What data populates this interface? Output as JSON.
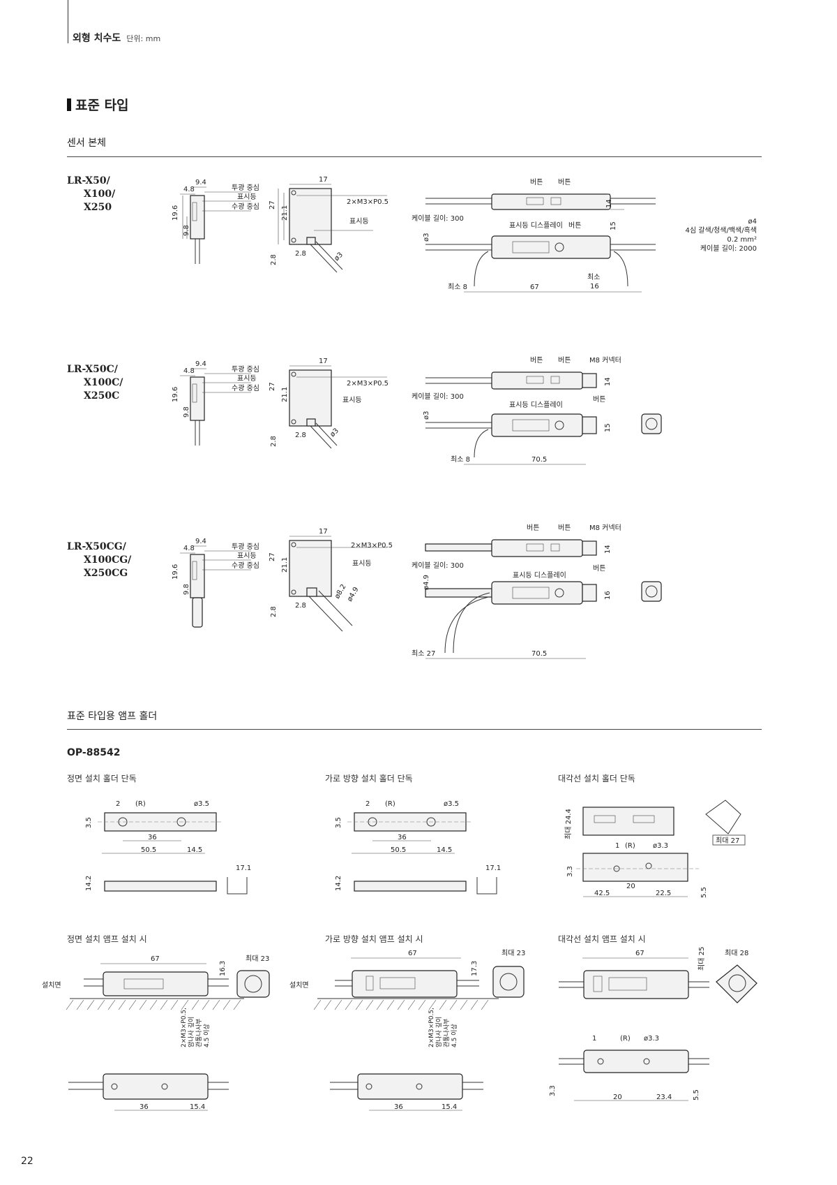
{
  "header": {
    "title": "외형 치수도",
    "unit": "단위: mm"
  },
  "section_title": "표준 타입",
  "sensor": {
    "subtitle": "센서 본체",
    "groups": [
      {
        "model_lines": [
          "LR-X50/",
          "X100/",
          "X250"
        ],
        "side": {
          "d1": "4.8",
          "d2": "9.4",
          "h1": "19.6",
          "h2": "9.8",
          "lbl1": "투광 중심",
          "lbl2": "표시등",
          "lbl3": "수광 중심"
        },
        "front": {
          "w": "17",
          "h1": "27",
          "h2": "21.1",
          "h3": "2.8",
          "h4": "2.8",
          "screw": "2×M3×P0.5",
          "ind": "표시등",
          "dia": "ø3"
        },
        "top": {
          "btn1": "버튼",
          "btn2": "버튼",
          "h": "14"
        },
        "bottom": {
          "cable300": "케이블 길이: 300",
          "dia": "ø3",
          "ind_disp": "표시등 디스플레이",
          "btn": "버튼",
          "h": "15",
          "min_l": "최소 8",
          "len": "67",
          "min_r": "최소",
          "min_r_val": "16"
        },
        "cable_note": [
          "ø4",
          "4심 갈색/청색/백색/흑색",
          "0.2 mm²",
          "케이블 길이: 2000"
        ]
      },
      {
        "model_lines": [
          "LR-X50C/",
          "X100C/",
          "X250C"
        ],
        "side": {
          "d1": "4.8",
          "d2": "9.4",
          "h1": "19.6",
          "h2": "9.8",
          "lbl1": "투광 중심",
          "lbl2": "표시등",
          "lbl3": "수광 중심"
        },
        "front": {
          "w": "17",
          "h1": "27",
          "h2": "21.1",
          "h3": "2.8",
          "h4": "2.8",
          "screw": "2×M3×P0.5",
          "ind": "표시등",
          "dia": "ø3"
        },
        "top": {
          "btn1": "버튼",
          "btn2": "버튼",
          "conn": "M8 커넥터",
          "h": "14"
        },
        "bottom": {
          "cable300": "케이블 길이: 300",
          "dia": "ø3",
          "ind_disp": "표시등 디스플레이",
          "btn": "버튼",
          "h": "15",
          "min_l": "최소 8",
          "len": "70.5"
        }
      },
      {
        "model_lines": [
          "LR-X50CG/",
          "X100CG/",
          "X250CG"
        ],
        "side": {
          "d1": "4.8",
          "d2": "9.4",
          "h1": "19.6",
          "h2": "9.8",
          "lbl1": "투광 중심",
          "lbl2": "표시등",
          "lbl3": "수광 중심"
        },
        "front": {
          "w": "17",
          "h1": "27",
          "h2": "21.1",
          "h3": "2.8",
          "h4": "2.8",
          "screw": "2×M3×P0.5",
          "ind": "표시등",
          "dia": "ø8.2",
          "dia2": "ø4.9"
        },
        "top": {
          "btn1": "버튼",
          "btn2": "버튼",
          "conn": "M8 커넥터",
          "h": "14"
        },
        "bottom": {
          "cable300": "케이블 길이: 300",
          "dia": "ø4.9",
          "ind_disp": "표시등 디스플레이",
          "btn": "버튼",
          "h": "16",
          "min_l": "최소 27",
          "len": "70.5"
        }
      }
    ]
  },
  "holder": {
    "subtitle": "표준 타입용 앰프 홀더",
    "model": "OP-88542",
    "panels": {
      "front_holder": {
        "caption": "정면 설치   홀더 단독",
        "d2": "2",
        "r": "(R)",
        "hole": "ø3.5",
        "h35": "3.5",
        "d36": "36",
        "d505": "50.5",
        "d145": "14.5",
        "h142": "14.2",
        "w171": "17.1"
      },
      "side_holder": {
        "caption": "가로 방향 설치   홀더 단독",
        "d2": "2",
        "r": "(R)",
        "hole": "ø3.5",
        "h35": "3.5",
        "d36": "36",
        "d505": "50.5",
        "d145": "14.5",
        "h142": "14.2",
        "w171": "17.1"
      },
      "diag_holder": {
        "caption": "대각선 설치   홀더 단독",
        "h244": "최대 24.4",
        "max27": "최대 27",
        "d1": "1",
        "r": "(R)",
        "hole": "ø3.3",
        "h33": "3.3",
        "d20": "20",
        "d425": "42.5",
        "d225": "22.5",
        "h55": "5.5"
      },
      "front_amp": {
        "caption": "정면 설치   앰프 설치 시",
        "d67": "67",
        "h163": "16.3",
        "max23": "최대 23",
        "surface": "설치면",
        "screw_note": [
          "2×M3×P0.5,",
          "암나사 깊이",
          "관통나사부",
          "4.5 이상"
        ],
        "d36": "36",
        "d154": "15.4"
      },
      "side_amp": {
        "caption": "가로 방향 설치   앰프 설치 시",
        "d67": "67",
        "h173": "17.3",
        "max23": "최대 23",
        "surface": "설치면",
        "screw_note": [
          "2×M3×P0.5,",
          "암나사 깊이",
          "관통나사부",
          "4.5 이상"
        ],
        "d36": "36",
        "d154": "15.4"
      },
      "diag_amp": {
        "caption": "대각선 설치   앰프 설치 시",
        "d67": "67",
        "h25": "최대 25",
        "max28": "최대 28",
        "d1": "1",
        "r": "(R)",
        "hole": "ø3.3",
        "h33": "3.3",
        "d20": "20",
        "d234": "23.4",
        "h55": "5.5"
      }
    }
  },
  "page_number": "22"
}
